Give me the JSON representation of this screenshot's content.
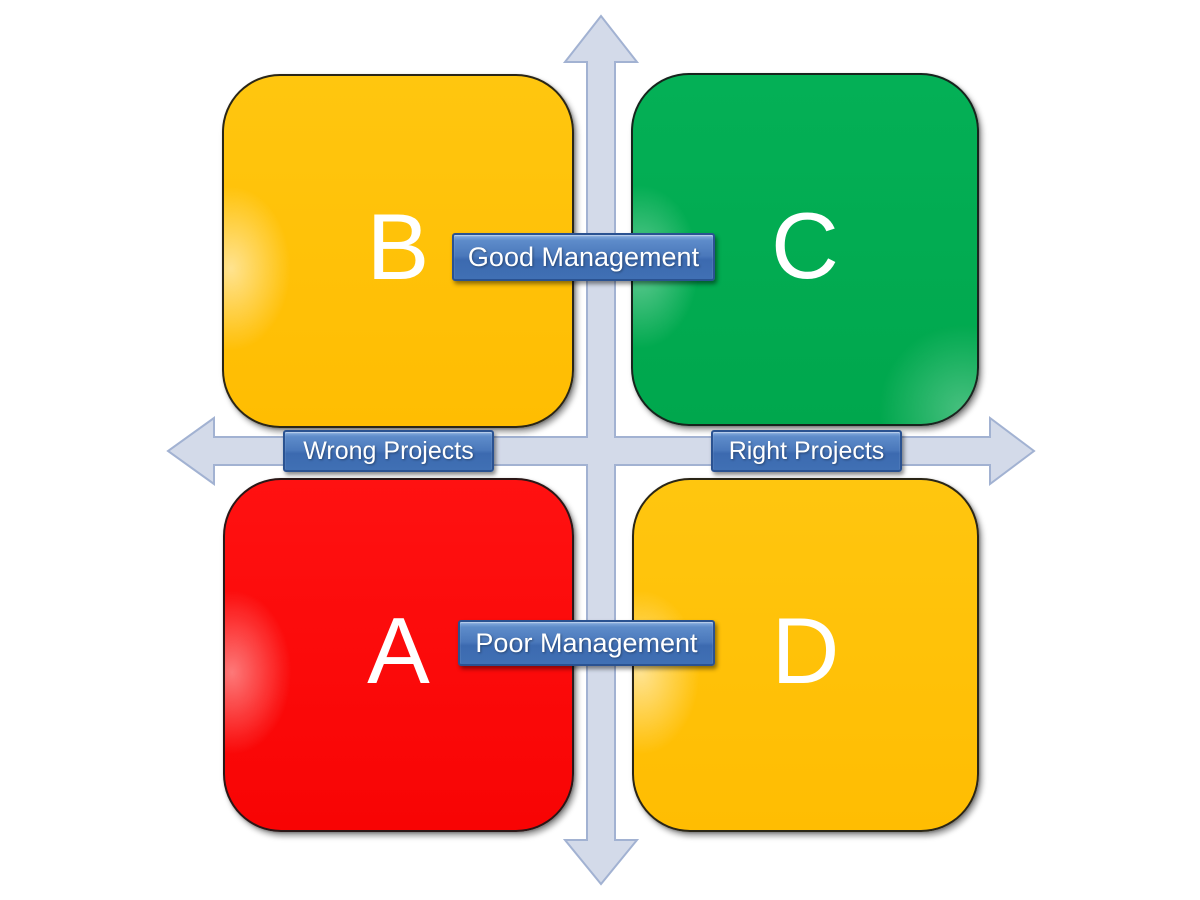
{
  "quadrants": [
    {
      "letter": "B",
      "position": "top-left",
      "color": "#ffc008"
    },
    {
      "letter": "C",
      "position": "top-right",
      "color": "#00ac52"
    },
    {
      "letter": "A",
      "position": "bottom-left",
      "color": "#fd0a0a"
    },
    {
      "letter": "D",
      "position": "bottom-right",
      "color": "#ffc008"
    }
  ],
  "axis_labels": {
    "top": "Good Management",
    "left": "Wrong Projects",
    "right": "Right Projects",
    "bottom": "Poor Management"
  },
  "colors": {
    "label_button_fill": "#4674b8",
    "label_button_border": "#2a5291",
    "label_text": "#ffffff",
    "arrow_fill": "#d3dae9",
    "arrow_stroke": "#a2b2d2",
    "quadrant_letter_text": "#ffffff"
  }
}
